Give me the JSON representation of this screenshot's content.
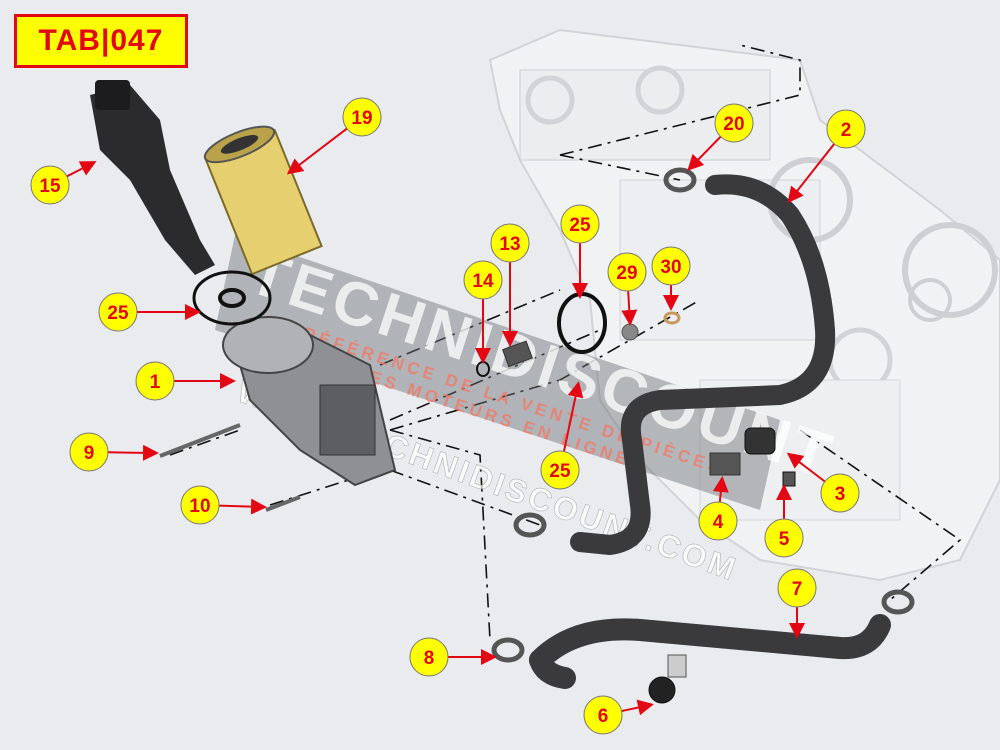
{
  "diagram": {
    "reference_code": "TAB|047",
    "watermark": {
      "brand": "TECHNIDISCOUNT",
      "tagline_1": "LA RÉFÉRENCE DE LA VENTE DE PIÈCES",
      "tagline_2": "DÉTACHÉES MOTEURS EN LIGNE",
      "url": "WWW.TECHNIDISCOUNT.COM"
    },
    "callouts": [
      "15",
      "19",
      "25",
      "1",
      "9",
      "10",
      "14",
      "13",
      "25",
      "29",
      "30",
      "25",
      "20",
      "2",
      "3",
      "4",
      "5",
      "7",
      "8",
      "6"
    ],
    "colors": {
      "callout_fill": "#ffff00",
      "callout_text": "#e30613",
      "arrow": "#e30613",
      "hose": "#3a3a3c"
    }
  }
}
